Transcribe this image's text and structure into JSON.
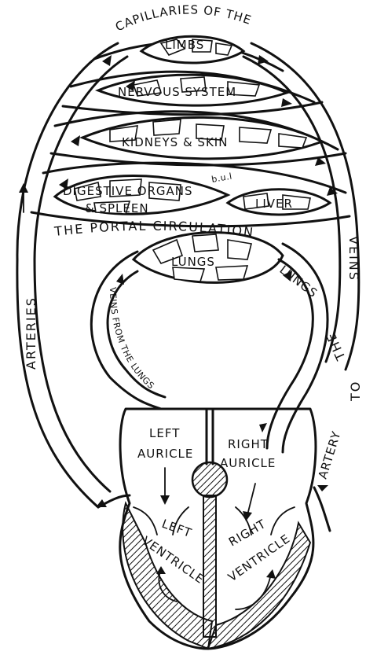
{
  "labels": {
    "capillaries_of_the": "CAPILLARIES OF THE",
    "limbs": "LIMBS",
    "nervous_system": "NERVOUS SYSTEM",
    "kidneys_skin": "KIDNEYS & SKIN",
    "digestive_organs": "DIGESTIVE ORGANS",
    "and_spleen": "& SPLEEN",
    "liver": "LIVER",
    "portal_circulation": "THE PORTAL CIRCULATION",
    "lungs": "LUNGS",
    "lungs_side": "LUNGS",
    "veins_from_lungs": "VEINS FROM THE LUNGS",
    "arteries": "ARTERIES",
    "veins": "VEINS",
    "the": "THE",
    "to": "TO",
    "artery": "ARTERY",
    "left_auricle_1": "LEFT",
    "left_auricle_2": "AURICLE",
    "right_auricle_1": "RIGHT",
    "right_auricle_2": "AURICLE",
    "left_ventricle_1": "LEFT",
    "left_ventricle_2": "VENTRICLE",
    "right_ventricle_1": "RIGHT",
    "right_ventricle_2": "VENTRICLE",
    "handwriting": "b.u.l"
  },
  "colors": {
    "ink": "#111111",
    "paper": "#ffffff"
  }
}
